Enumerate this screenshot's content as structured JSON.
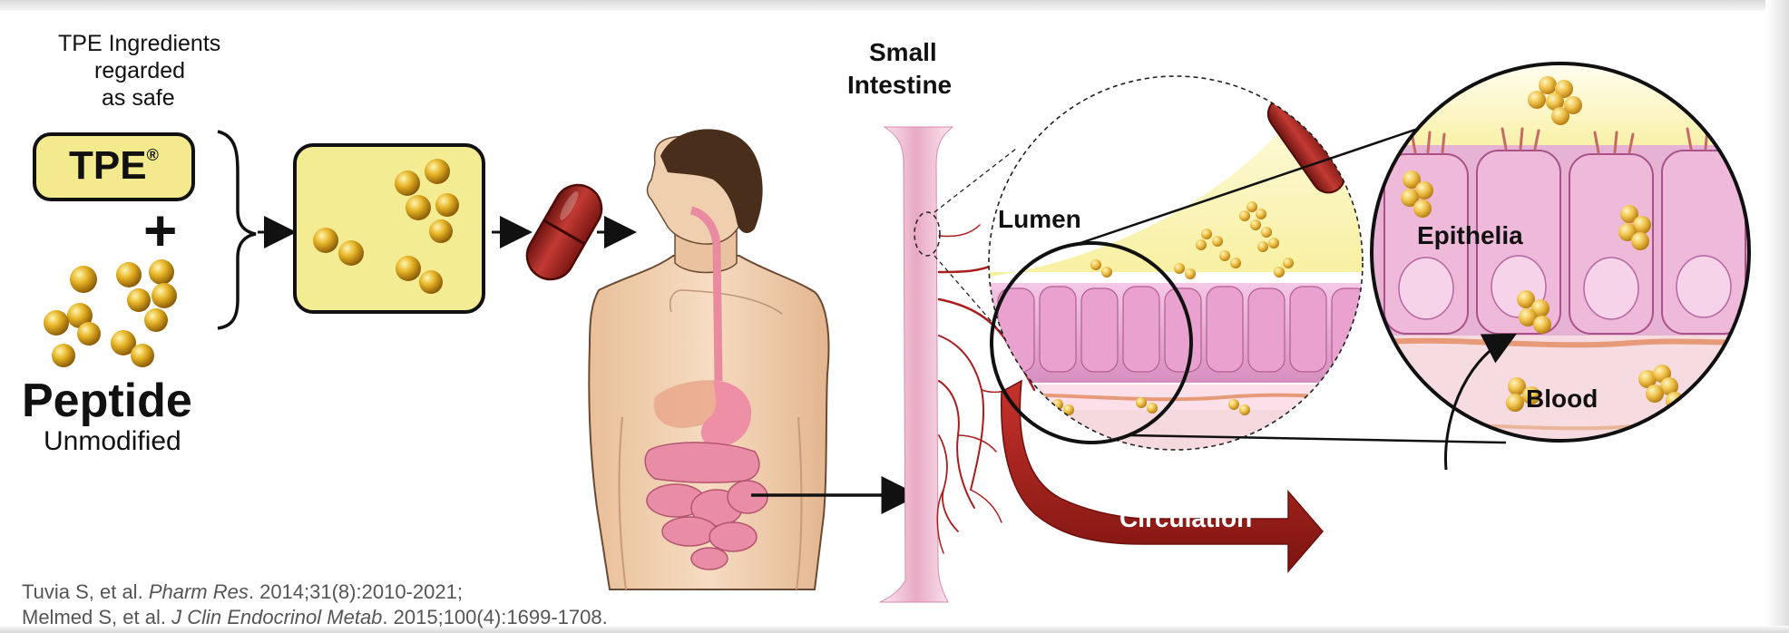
{
  "ingredients": {
    "line1": "TPE Ingredients",
    "line2": "regarded",
    "line3": "as safe"
  },
  "tpe_badge": {
    "label": "TPE",
    "mark": "®"
  },
  "plus_sign": "+",
  "peptide": {
    "title": "Peptide",
    "subtitle": "Unmodified"
  },
  "intestine": {
    "line1": "Small",
    "line2": "Intestine"
  },
  "labels": {
    "lumen": "Lumen",
    "epithelia": "Epithelia",
    "blood": "Blood",
    "circulation": "Circulation"
  },
  "citations": [
    {
      "authors": "Tuvia S, et al. ",
      "journal": "Pharm Res",
      "details": ". 2014;31(8):2010-2021;"
    },
    {
      "authors": "Melmed S, et al. ",
      "journal": "J Clin Endocrinol Metab",
      "details": ". 2015;100(4):1699-1708."
    }
  ],
  "colors": {
    "capsule_red": "#a8231f",
    "badge_yellow": "#f3ea8e",
    "bead_gold": "#e6b325",
    "tissue_pink": "#e7b3d5",
    "skin": "#f2d2b4",
    "hair": "#4a2e1c",
    "artery_red": "#a81e1e"
  },
  "icons": [
    "capsule-icon",
    "peptide-bead-icon",
    "arrow-right-icon",
    "human-figure-icon",
    "intestine-wall-icon",
    "blood-vessel-icon",
    "magnifier-circle-icon"
  ]
}
